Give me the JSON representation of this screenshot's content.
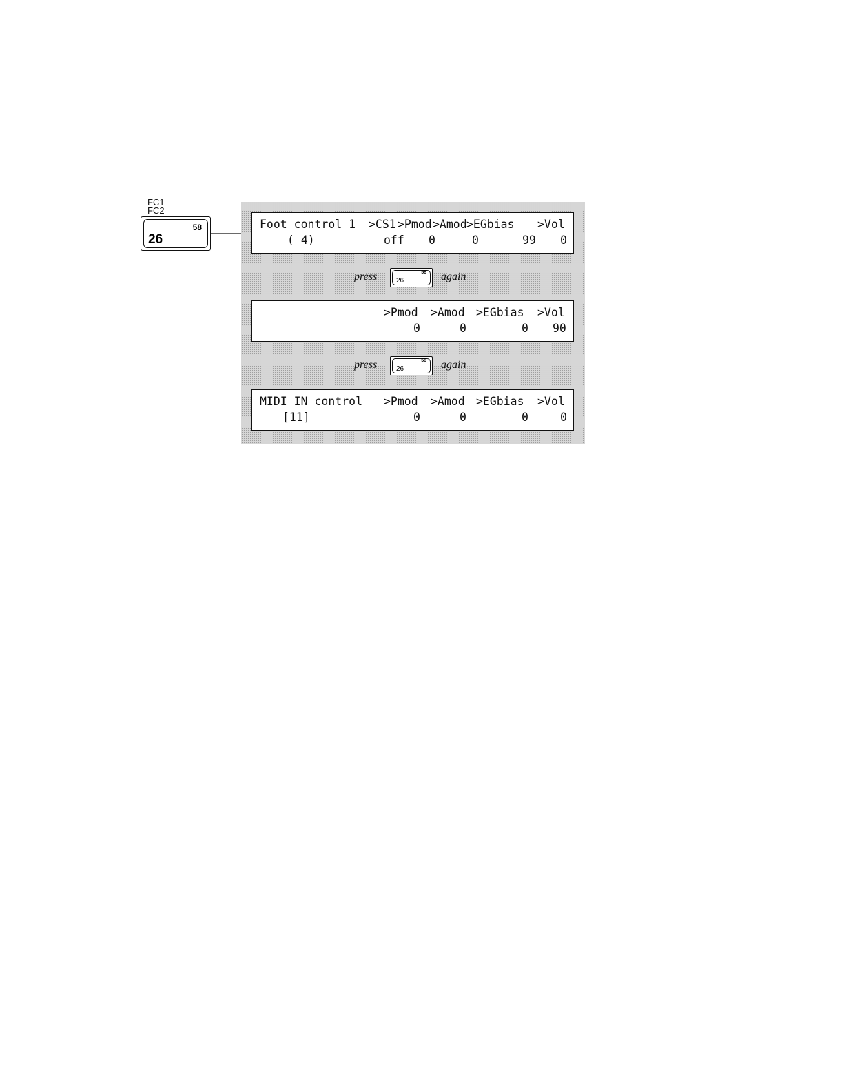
{
  "key_labels": [
    "FC1",
    "FC2"
  ],
  "key": {
    "main": "26",
    "sub": "58"
  },
  "press_label": "press",
  "again_label": "again",
  "screens": [
    {
      "row1": [
        "Foot control 1",
        ">CS1",
        ">Pmod",
        ">Amod",
        ">EGbias",
        ">Vol"
      ],
      "row2": [
        "( 4)",
        "off",
        "0",
        "0",
        "99",
        "0"
      ]
    },
    {
      "row1": [
        "",
        "",
        ">Pmod",
        ">Amod",
        ">EGbias",
        ">Vol"
      ],
      "row2": [
        "",
        "",
        "0",
        "0",
        "0",
        "90"
      ]
    },
    {
      "row1": [
        "MIDI IN control",
        "",
        ">Pmod",
        ">Amod",
        ">EGbias",
        ">Vol"
      ],
      "row2": [
        "[11]",
        "",
        "0",
        "0",
        "0",
        "0"
      ]
    }
  ]
}
